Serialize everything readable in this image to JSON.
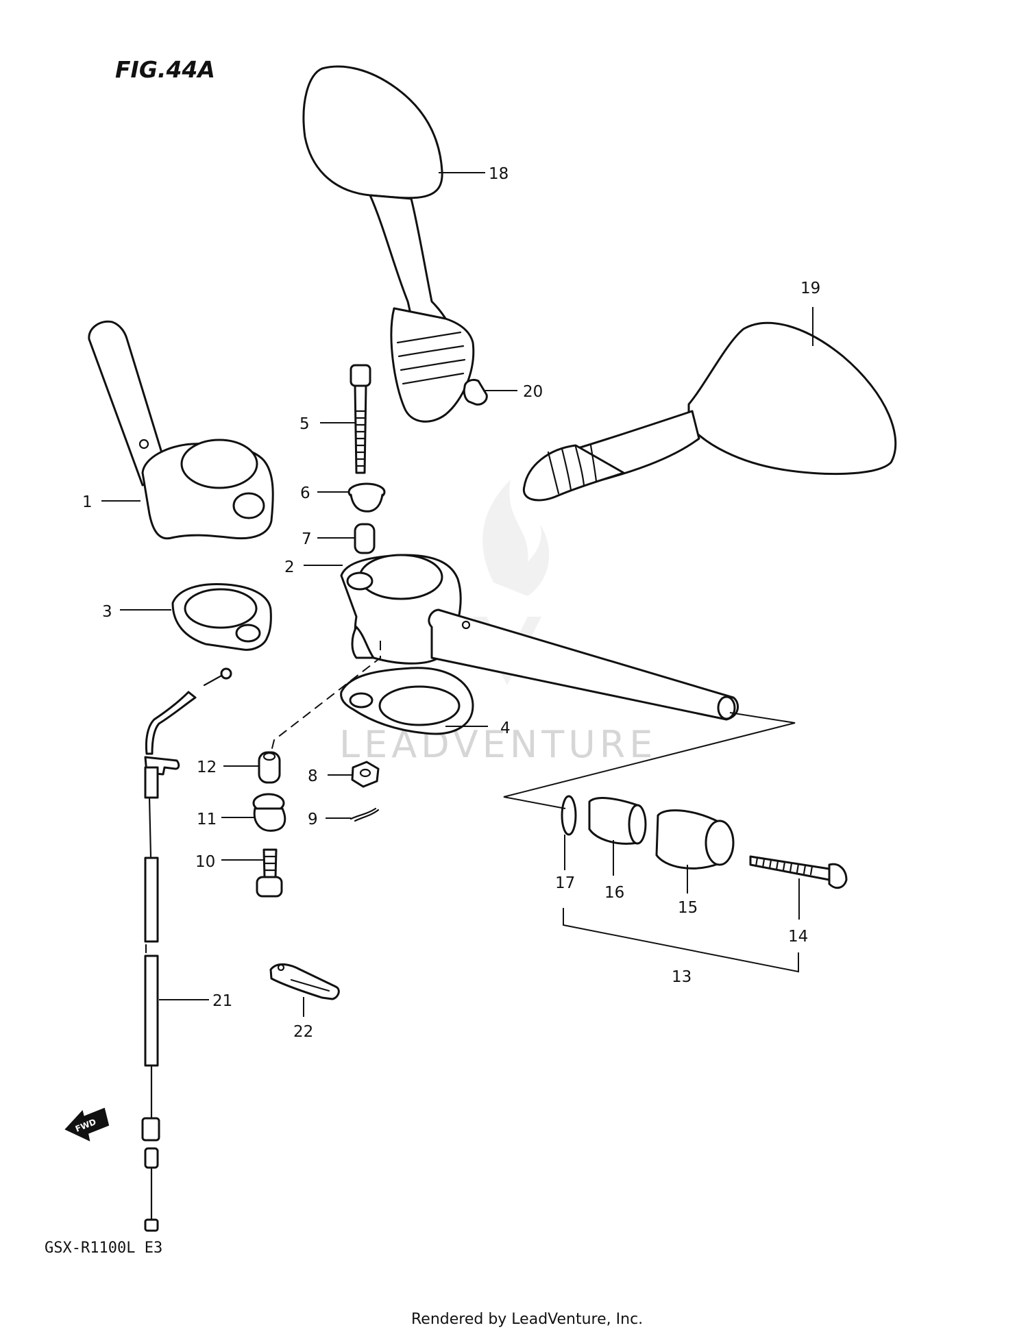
{
  "figure": {
    "title": "FIG.44A"
  },
  "model_code": "GSX-R1100L E3",
  "watermark": "LEADVENTURE",
  "footer": "Rendered by LeadVenture, Inc.",
  "direction_marker": "FWD",
  "callouts": {
    "c1": "1",
    "c2": "2",
    "c3": "3",
    "c4": "4",
    "c5": "5",
    "c6": "6",
    "c7": "7",
    "c8": "8",
    "c9": "9",
    "c10": "10",
    "c11": "11",
    "c12": "12",
    "c13": "13",
    "c14": "14",
    "c15": "15",
    "c16": "16",
    "c17": "17",
    "c18": "18",
    "c19": "19",
    "c20": "20",
    "c21": "21",
    "c22": "22"
  }
}
